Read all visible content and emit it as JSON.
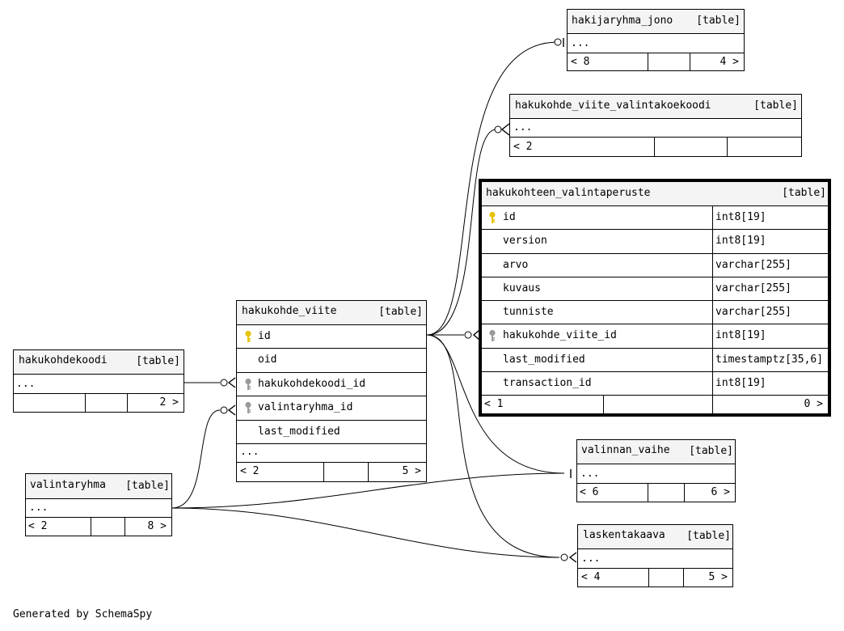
{
  "footer": "Generated by SchemaSpy",
  "colors": {
    "primary_key": "#e6c200",
    "foreign_key": "#9a9a9a",
    "header_bg": "#f4f4f4"
  },
  "tables": {
    "hakijaryhma_jono": {
      "name": "hakijaryhma_jono",
      "type": "[table]",
      "ellipsis": "...",
      "parents": "< 8",
      "children": "4 >"
    },
    "hakukohde_viite_valintakoekoodi": {
      "name": "hakukohde_viite_valintakoekoodi",
      "type": "[table]",
      "ellipsis": "...",
      "parents": "< 2",
      "children": ""
    },
    "hakukohteen_valintaperuste": {
      "name": "hakukohteen_valintaperuste",
      "type": "[table]",
      "columns": [
        {
          "name": "id",
          "type": "int8[19]",
          "key": "primary"
        },
        {
          "name": "version",
          "type": "int8[19]",
          "key": ""
        },
        {
          "name": "arvo",
          "type": "varchar[255]",
          "key": ""
        },
        {
          "name": "kuvaus",
          "type": "varchar[255]",
          "key": ""
        },
        {
          "name": "tunniste",
          "type": "varchar[255]",
          "key": ""
        },
        {
          "name": "hakukohde_viite_id",
          "type": "int8[19]",
          "key": "foreign"
        },
        {
          "name": "last_modified",
          "type": "timestamptz[35,6]",
          "key": ""
        },
        {
          "name": "transaction_id",
          "type": "int8[19]",
          "key": ""
        }
      ],
      "parents": "< 1",
      "children": "0 >"
    },
    "hakukohde_viite": {
      "name": "hakukohde_viite",
      "type": "[table]",
      "columns": [
        {
          "name": "id",
          "key": "primary"
        },
        {
          "name": "oid",
          "key": ""
        },
        {
          "name": "hakukohdekoodi_id",
          "key": "foreign"
        },
        {
          "name": "valintaryhma_id",
          "key": "foreign"
        },
        {
          "name": "last_modified",
          "key": ""
        }
      ],
      "ellipsis": "...",
      "parents": "< 2",
      "children": "5 >"
    },
    "hakukohdekoodi": {
      "name": "hakukohdekoodi",
      "type": "[table]",
      "ellipsis": "...",
      "parents": "",
      "children": "2 >"
    },
    "valintaryhma": {
      "name": "valintaryhma",
      "type": "[table]",
      "ellipsis": "...",
      "parents": "< 2",
      "children": "8 >"
    },
    "valinnan_vaihe": {
      "name": "valinnan_vaihe",
      "type": "[table]",
      "ellipsis": "...",
      "parents": "< 6",
      "children": "6 >"
    },
    "laskentakaava": {
      "name": "laskentakaava",
      "type": "[table]",
      "ellipsis": "...",
      "parents": "< 4",
      "children": "5 >"
    }
  }
}
